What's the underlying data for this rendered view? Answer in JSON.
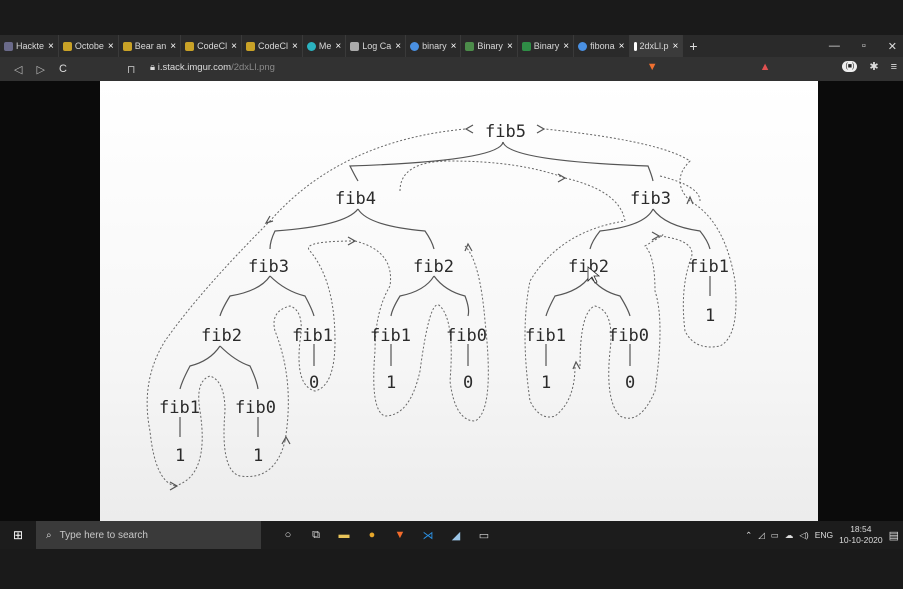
{
  "browser": {
    "tabs": [
      {
        "label": "Hackte",
        "icon": "hackerearth-icon",
        "color": "#6a6a8a"
      },
      {
        "label": "Octobe",
        "icon": "codechef-icon",
        "color": "#c9a227"
      },
      {
        "label": "Bear an",
        "icon": "codechef-icon",
        "color": "#c9a227"
      },
      {
        "label": "CodeCl",
        "icon": "codechef-icon",
        "color": "#c9a227"
      },
      {
        "label": "CodeCl",
        "icon": "codechef-icon",
        "color": "#c9a227"
      },
      {
        "label": "Me",
        "icon": "meet-icon",
        "color": "#2bb3c0"
      },
      {
        "label": "Log Ca",
        "icon": "doc-icon",
        "color": "#aaaaaa"
      },
      {
        "label": "binary",
        "icon": "google-icon",
        "color": "#4a90e2"
      },
      {
        "label": "Binary",
        "icon": "leetcode-icon",
        "color": "#4c8c4a"
      },
      {
        "label": "Binary",
        "icon": "gfg-icon",
        "color": "#2f8d46"
      },
      {
        "label": "fibona",
        "icon": "google-icon",
        "color": "#4a90e2"
      },
      {
        "label": "2dxLl.p",
        "icon": "imgur-icon",
        "color": "#ffffff"
      }
    ],
    "new_tab": "+",
    "url_host": "i.stack.imgur.com",
    "url_path": "/2dxLl.png",
    "profile": "(■)"
  },
  "tree": {
    "nodes": [
      {
        "id": "n1",
        "label": "fib5"
      },
      {
        "id": "n2",
        "label": "fib4"
      },
      {
        "id": "n3",
        "label": "fib3"
      },
      {
        "id": "n4",
        "label": "fib3"
      },
      {
        "id": "n5",
        "label": "fib2"
      },
      {
        "id": "n6",
        "label": "fib2"
      },
      {
        "id": "n7",
        "label": "fib1"
      },
      {
        "id": "n8",
        "label": "fib2"
      },
      {
        "id": "n9",
        "label": "fib1"
      },
      {
        "id": "n10",
        "label": "fib1"
      },
      {
        "id": "n11",
        "label": "fib0"
      },
      {
        "id": "n12",
        "label": "fib1"
      },
      {
        "id": "n13",
        "label": "fib0"
      },
      {
        "id": "n14",
        "label": "fib1"
      },
      {
        "id": "n15",
        "label": "fib0"
      },
      {
        "id": "v1",
        "label": "1"
      },
      {
        "id": "v2",
        "label": "1"
      },
      {
        "id": "v3",
        "label": "0"
      },
      {
        "id": "v4",
        "label": "1"
      },
      {
        "id": "v5",
        "label": "0"
      },
      {
        "id": "v6",
        "label": "1"
      },
      {
        "id": "v7",
        "label": "0"
      },
      {
        "id": "v8",
        "label": "1"
      }
    ]
  },
  "taskbar": {
    "search_placeholder": "Type here to search",
    "lang": "ENG",
    "time": "18:54",
    "date": "10-10-2020"
  }
}
